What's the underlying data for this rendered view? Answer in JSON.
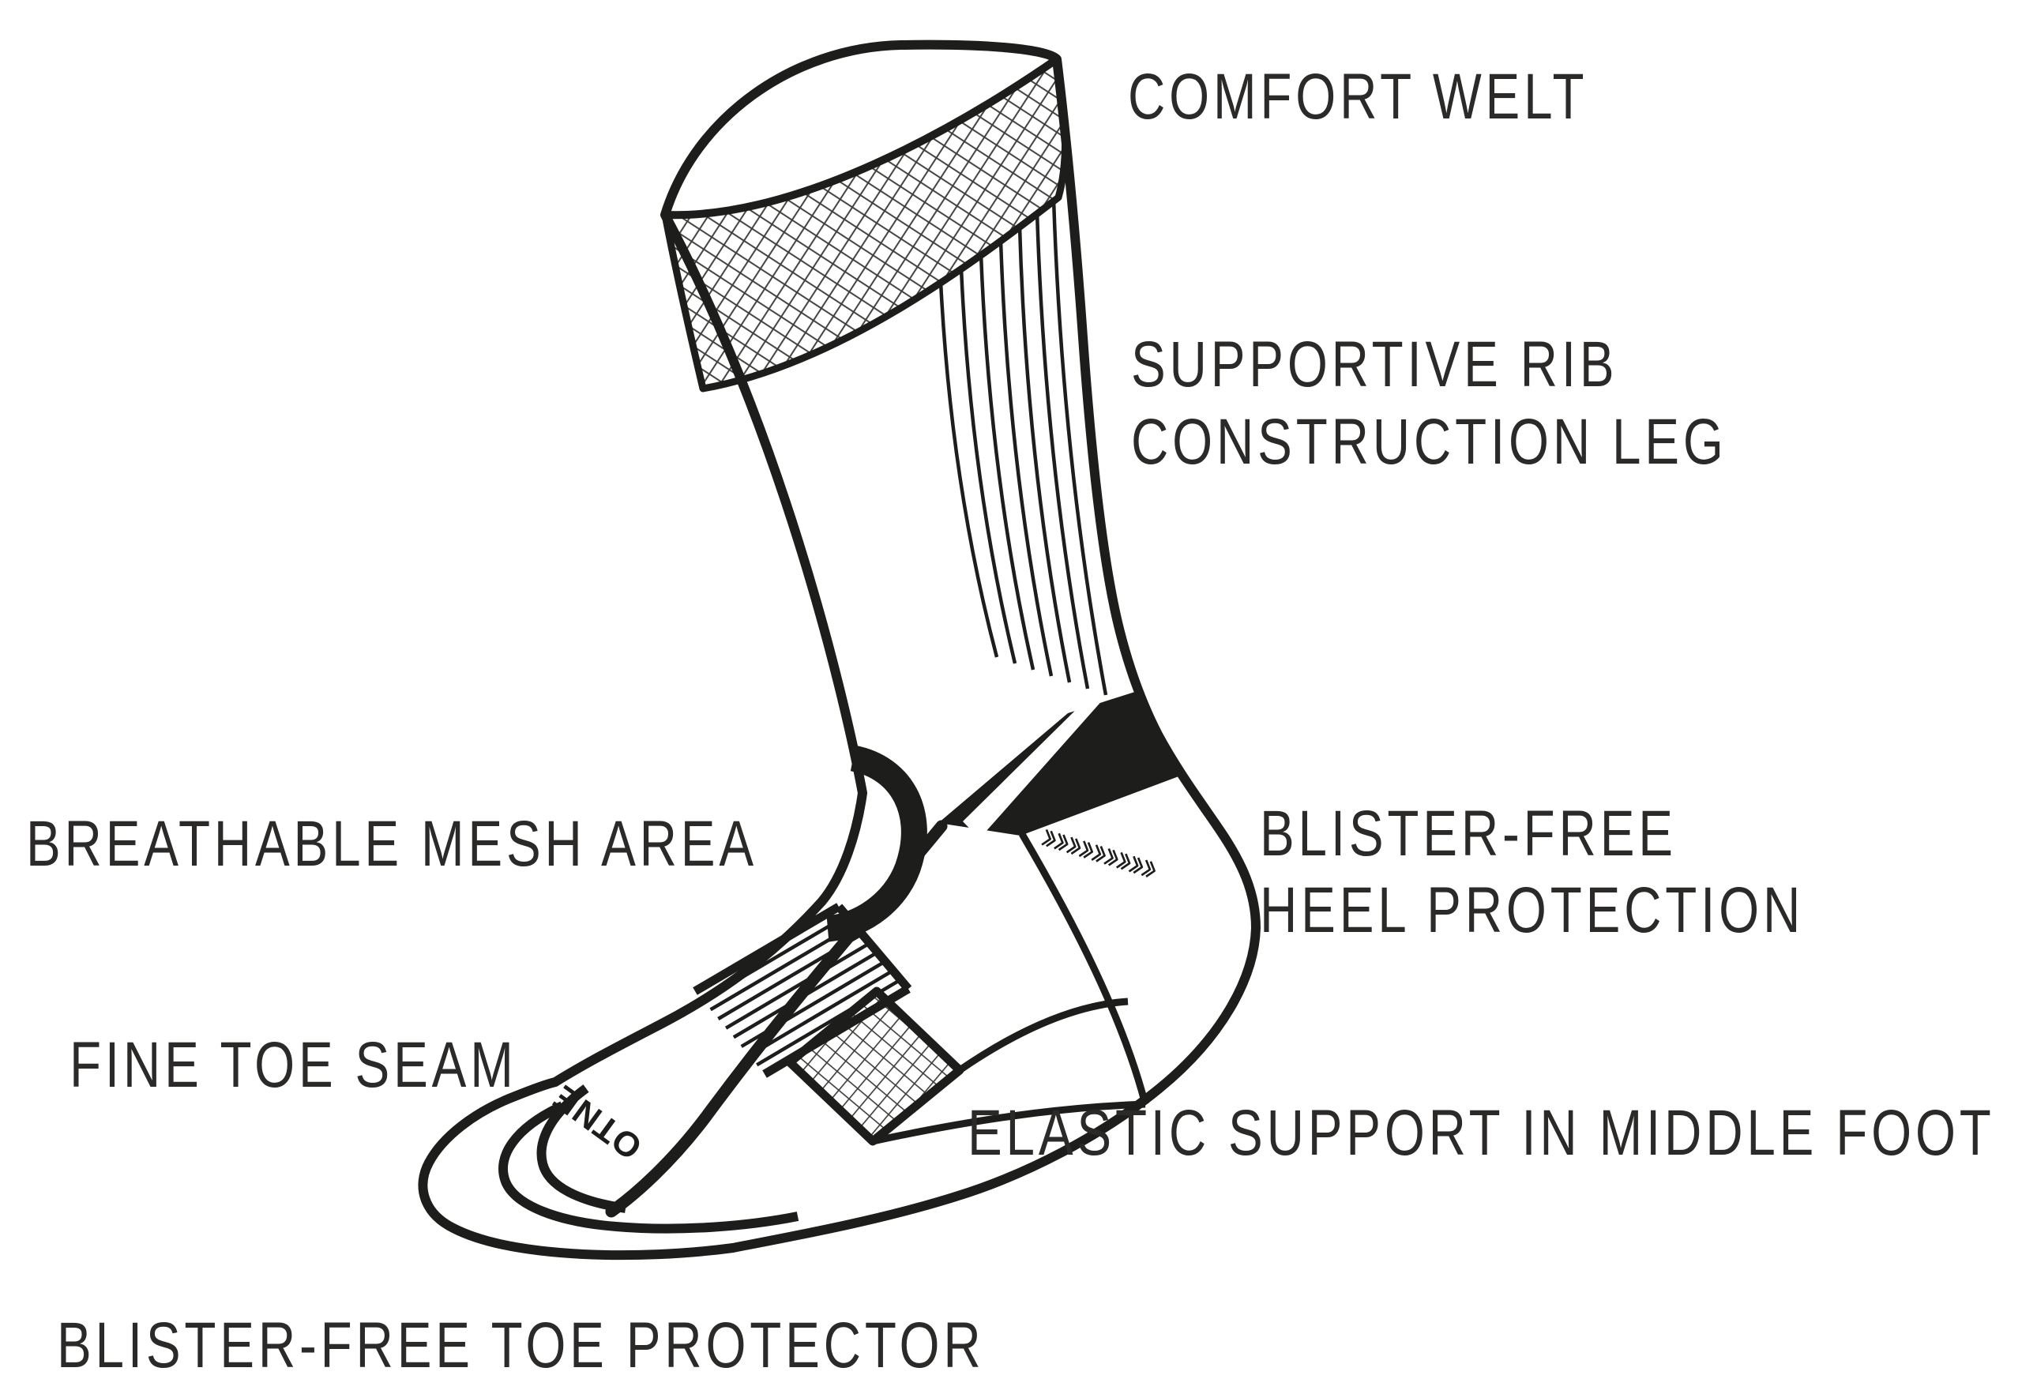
{
  "page": {
    "background": "#ffffff"
  },
  "diagram": {
    "type": "product-feature-diagram",
    "subject": "crew sport sock, side view line art",
    "ink_color": "#1d1d1b",
    "label_color": "#2b2a29",
    "labels": {
      "comfort_welt": "COMFORT WELT",
      "supportive_rib_line1": "SUPPORTIVE RIB",
      "supportive_rib_line2": "CONSTRUCTION LEG",
      "breathable_mesh": "BREATHABLE MESH AREA",
      "blister_heel_line1": "BLISTER-FREE",
      "blister_heel_line2": "HEEL PROTECTION",
      "fine_toe_seam": "FINE TOE SEAM",
      "elastic_support": "ELASTIC SUPPORT IN MIDDLE FOOT",
      "blister_toe": "BLISTER-FREE TOE PROTECTOR"
    },
    "brand_text_visible": "ENTO",
    "brand_text_display": "OTNE",
    "features": {
      "rib_line_count": 7,
      "elastic_stripe_count": 8,
      "heel_chevron_count": 9
    }
  }
}
